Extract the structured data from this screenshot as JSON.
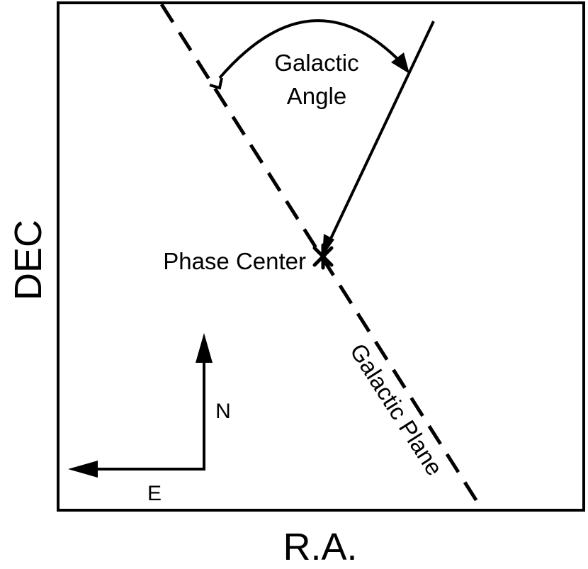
{
  "axes": {
    "x_label": "R.A.",
    "y_label": "DEC"
  },
  "labels": {
    "galactic_angle_line1": "Galactic",
    "galactic_angle_line2": "Angle",
    "phase_center": "Phase Center",
    "galactic_plane": "Galactic Plane",
    "north": "N",
    "east": "E"
  },
  "colors": {
    "ink": "#000000",
    "background": "#ffffff"
  },
  "icons": {
    "phase_center_marker": "asterisk-icon",
    "compass_arrows": "arrow-icon"
  }
}
